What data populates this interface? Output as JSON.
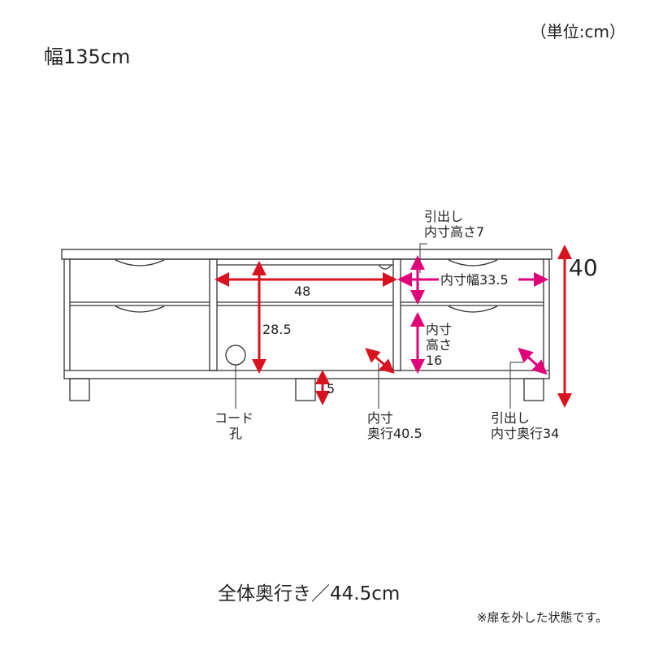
{
  "labels": {
    "width": "幅135cm",
    "unit": "（単位:cm）",
    "height": "40",
    "drawer_inner_height_1": "引出し",
    "drawer_inner_height_2": "内寸高さ7",
    "inner_width": "内寸幅33.5",
    "center_width": "48",
    "center_height": "28.5",
    "right_inner_height_1": "内寸",
    "right_inner_height_2": "高さ",
    "right_inner_height_3": "16",
    "leg_height": "5",
    "cord_hole_1": "コード",
    "cord_hole_2": "孔",
    "inner_depth_1": "内寸",
    "inner_depth_2": "奥行40.5",
    "drawer_inner_depth_1": "引出し",
    "drawer_inner_depth_2": "内寸奥行34",
    "total_depth": "全体奥行き／44.5cm",
    "note": "※扉を外した状態です。"
  },
  "colors": {
    "outline": "#333333",
    "red_arrow": "#d9121f",
    "pink_arrow": "#e0007a"
  }
}
